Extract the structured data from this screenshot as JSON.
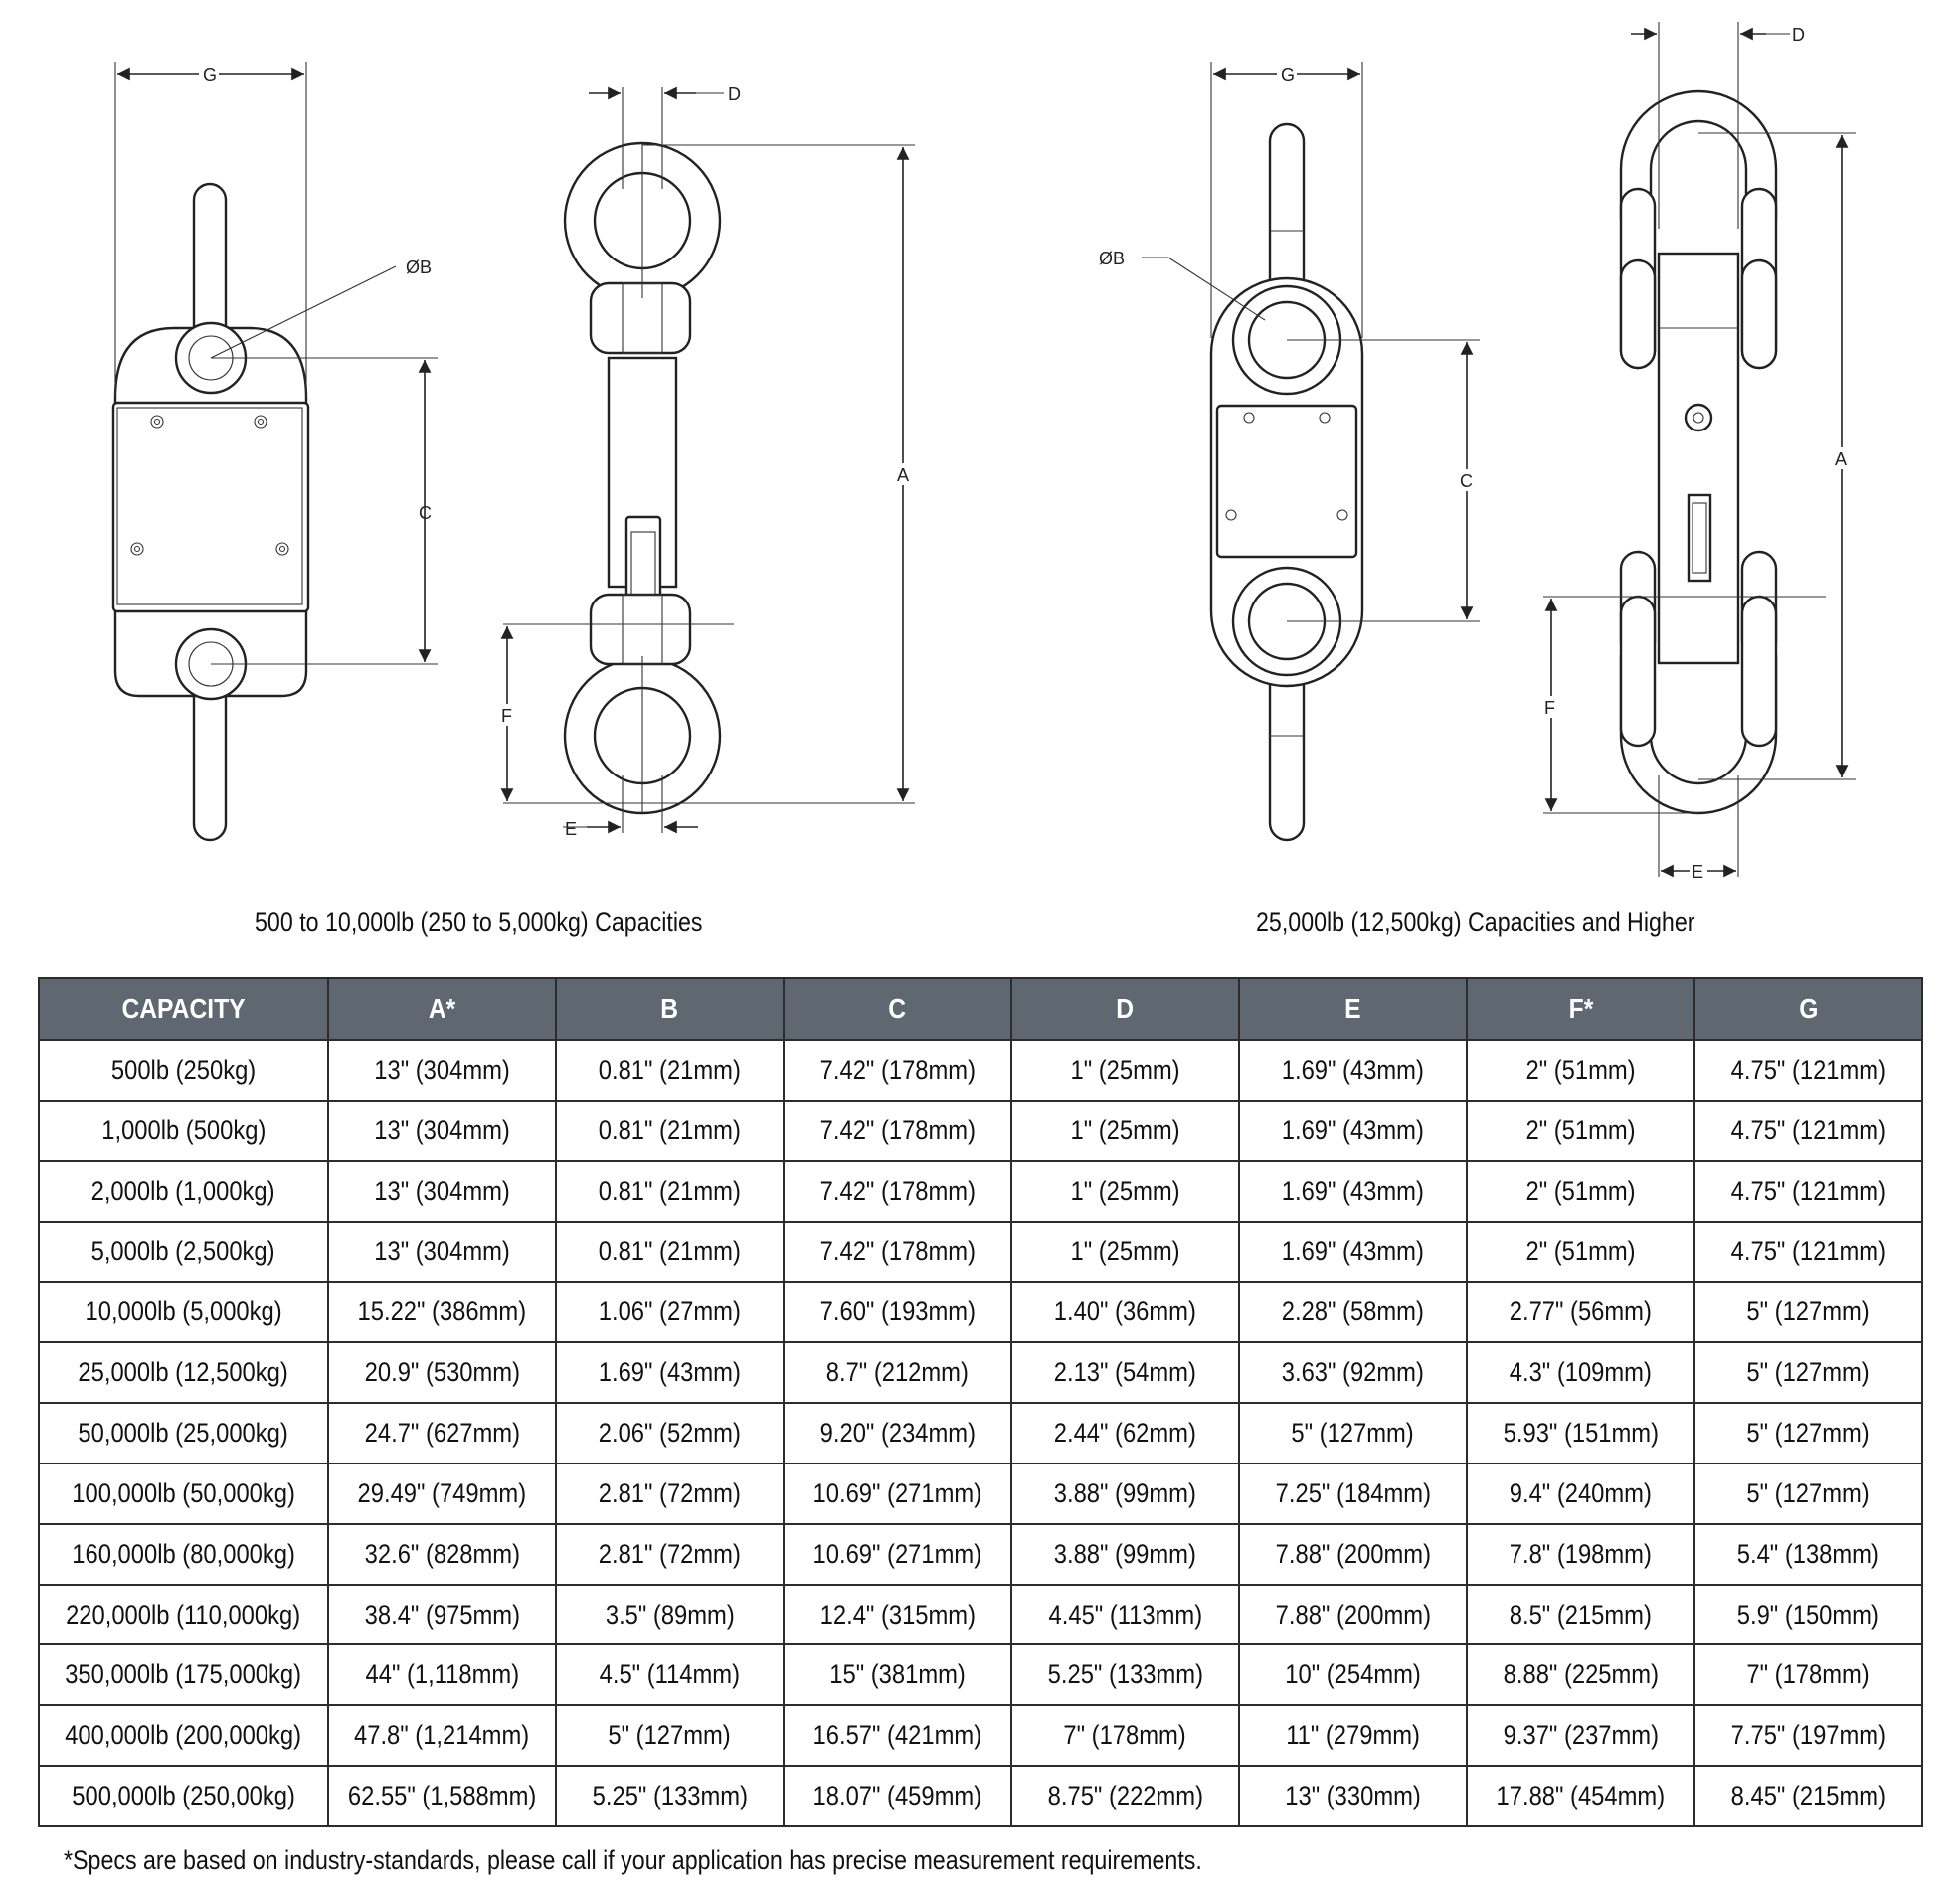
{
  "captions": {
    "left": "500 to 10,000lb (250 to 5,000kg) Capacities",
    "right": "25,000lb (12,500kg) Capacities and Higher"
  },
  "dimension_labels": {
    "G": "G",
    "B": "ØB",
    "C": "C",
    "A": "A",
    "D": "D",
    "E": "E",
    "F": "F"
  },
  "table": {
    "headers": [
      "CAPACITY",
      "A*",
      "B",
      "C",
      "D",
      "E",
      "F*",
      "G"
    ],
    "rows": [
      [
        "500lb (250kg)",
        "13\" (304mm)",
        "0.81\" (21mm)",
        "7.42\" (178mm)",
        "1\" (25mm)",
        "1.69\" (43mm)",
        "2\" (51mm)",
        "4.75\" (121mm)"
      ],
      [
        "1,000lb (500kg)",
        "13\" (304mm)",
        "0.81\" (21mm)",
        "7.42\" (178mm)",
        "1\" (25mm)",
        "1.69\" (43mm)",
        "2\" (51mm)",
        "4.75\" (121mm)"
      ],
      [
        "2,000lb (1,000kg)",
        "13\" (304mm)",
        "0.81\" (21mm)",
        "7.42\" (178mm)",
        "1\" (25mm)",
        "1.69\" (43mm)",
        "2\" (51mm)",
        "4.75\" (121mm)"
      ],
      [
        "5,000lb (2,500kg)",
        "13\" (304mm)",
        "0.81\" (21mm)",
        "7.42\" (178mm)",
        "1\" (25mm)",
        "1.69\" (43mm)",
        "2\" (51mm)",
        "4.75\" (121mm)"
      ],
      [
        "10,000lb (5,000kg)",
        "15.22\" (386mm)",
        "1.06\" (27mm)",
        "7.60\" (193mm)",
        "1.40\" (36mm)",
        "2.28\" (58mm)",
        "2.77\" (56mm)",
        "5\" (127mm)"
      ],
      [
        "25,000lb (12,500kg)",
        "20.9\" (530mm)",
        "1.69\" (43mm)",
        "8.7\" (212mm)",
        "2.13\" (54mm)",
        "3.63\" (92mm)",
        "4.3\" (109mm)",
        "5\" (127mm)"
      ],
      [
        "50,000lb (25,000kg)",
        "24.7\" (627mm)",
        "2.06\" (52mm)",
        "9.20\" (234mm)",
        "2.44\" (62mm)",
        "5\" (127mm)",
        "5.93\" (151mm)",
        "5\" (127mm)"
      ],
      [
        "100,000lb (50,000kg)",
        "29.49\" (749mm)",
        "2.81\" (72mm)",
        "10.69\" (271mm)",
        "3.88\" (99mm)",
        "7.25\" (184mm)",
        "9.4\" (240mm)",
        "5\" (127mm)"
      ],
      [
        "160,000lb (80,000kg)",
        "32.6\" (828mm)",
        "2.81\" (72mm)",
        "10.69\" (271mm)",
        "3.88\" (99mm)",
        "7.88\" (200mm)",
        "7.8\" (198mm)",
        "5.4\" (138mm)"
      ],
      [
        "220,000lb (110,000kg)",
        "38.4\" (975mm)",
        "3.5\" (89mm)",
        "12.4\" (315mm)",
        "4.45\" (113mm)",
        "7.88\" (200mm)",
        "8.5\" (215mm)",
        "5.9\" (150mm)"
      ],
      [
        "350,000lb (175,000kg)",
        "44\" (1,118mm)",
        "4.5\" (114mm)",
        "15\" (381mm)",
        "5.25\" (133mm)",
        "10\" (254mm)",
        "8.88\" (225mm)",
        "7\" (178mm)"
      ],
      [
        "400,000lb (200,000kg)",
        "47.8\" (1,214mm)",
        "5\" (127mm)",
        "16.57\" (421mm)",
        "7\" (178mm)",
        "11\" (279mm)",
        "9.37\" (237mm)",
        "7.75\" (197mm)"
      ],
      [
        "500,000lb (250,00kg)",
        "62.55\" (1,588mm)",
        "5.25\" (133mm)",
        "18.07\" (459mm)",
        "8.75\" (222mm)",
        "13\" (330mm)",
        "17.88\" (454mm)",
        "8.45\" (215mm)"
      ]
    ]
  },
  "footnote": "*Specs are based on industry-standards, please call if your application has precise measurement requirements.",
  "colors": {
    "header_bg": "#5f6770",
    "header_text": "#ffffff",
    "border": "#2c2c2c",
    "line": "#222222"
  }
}
